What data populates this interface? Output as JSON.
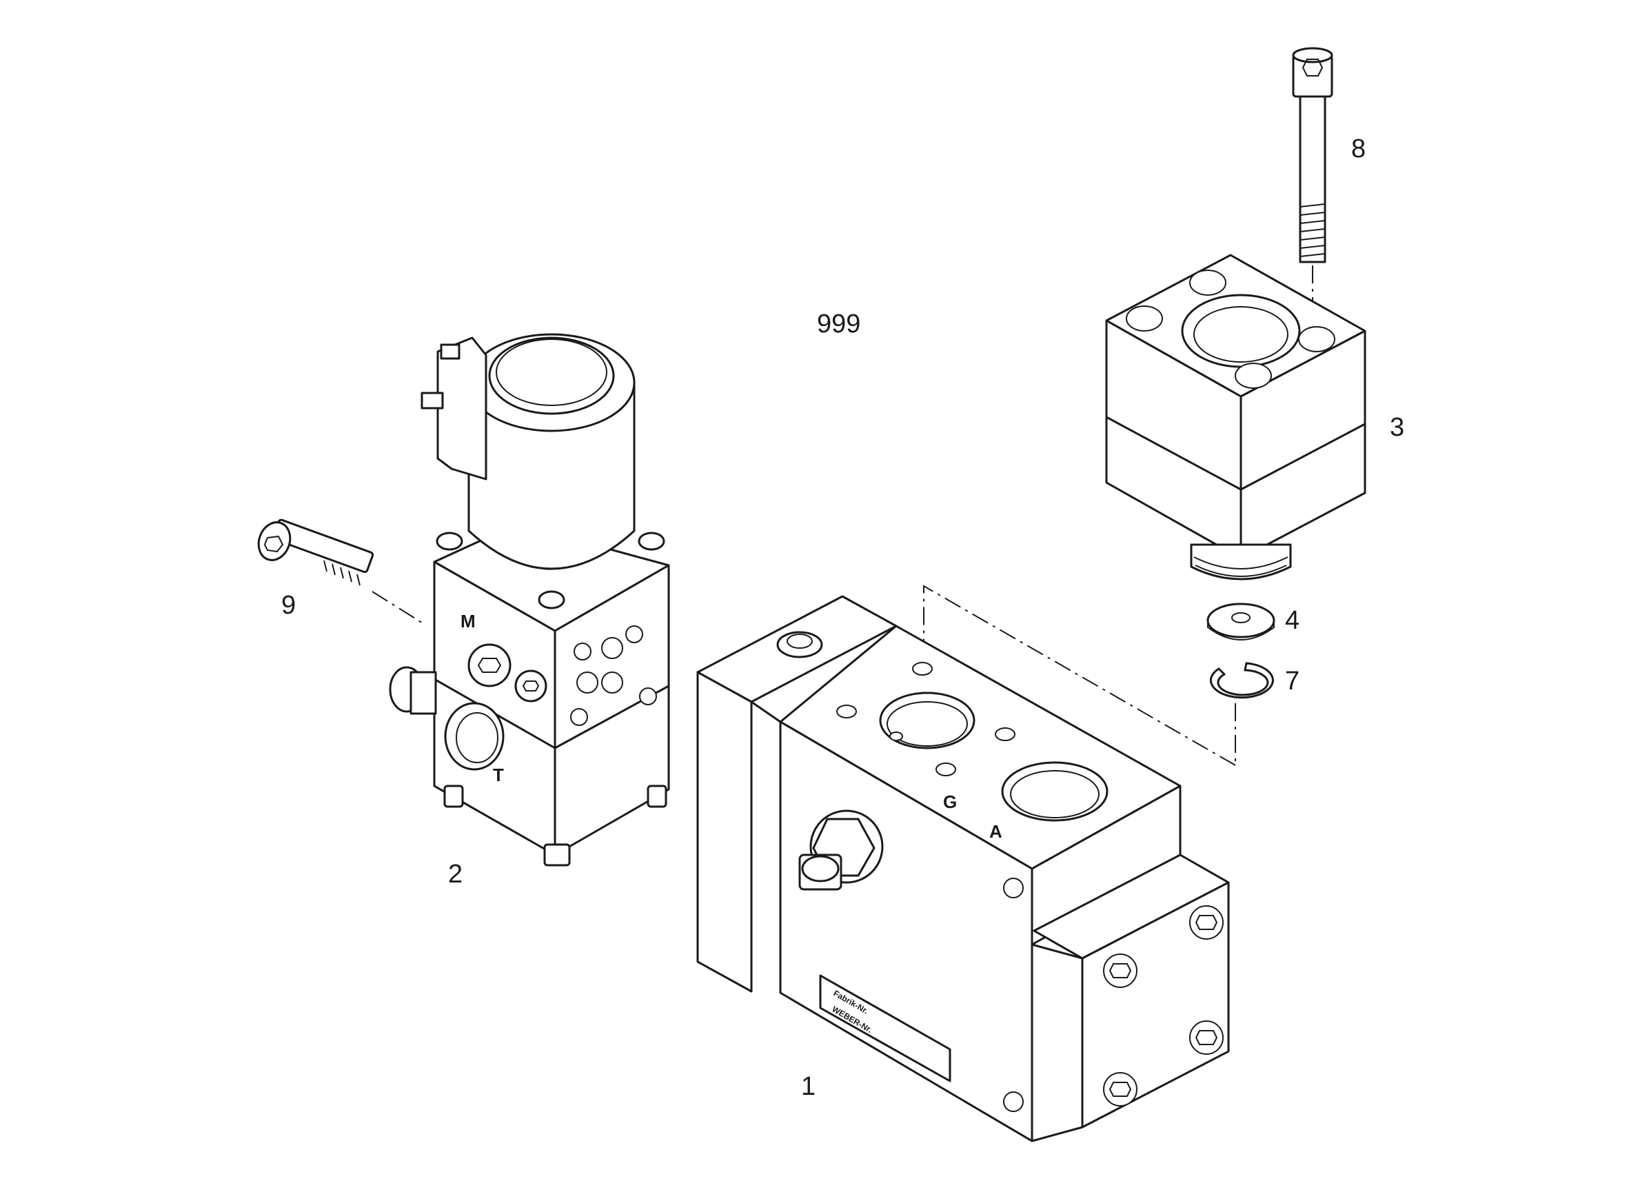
{
  "drawing_ref": "999",
  "callouts": {
    "p1": "1",
    "p2": "2",
    "p3": "3",
    "p4": "4",
    "p7": "7",
    "p8": "8",
    "p9": "9"
  },
  "port_labels": {
    "M": "M",
    "T": "T",
    "G": "G",
    "A": "A"
  },
  "nameplate": {
    "line1": "Fabrik-Nr.",
    "line2": "WEBER-Nr."
  }
}
